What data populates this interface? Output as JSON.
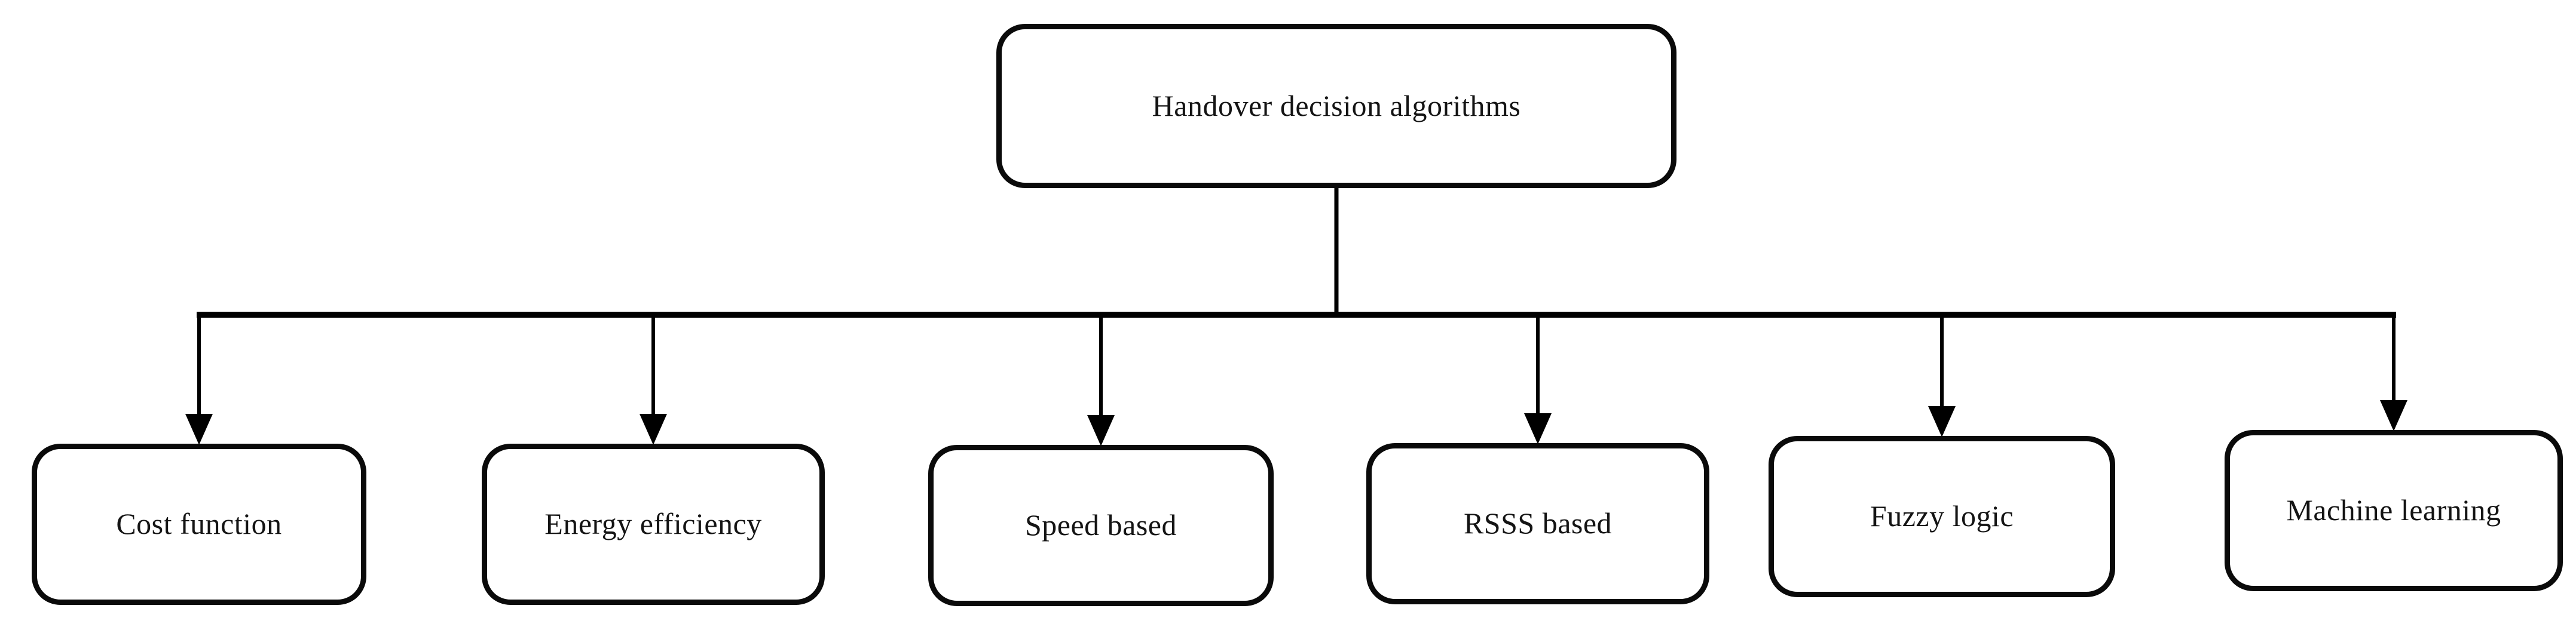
{
  "root": {
    "label": "Handover decision algorithms"
  },
  "children": [
    {
      "label": "Cost function"
    },
    {
      "label": "Energy efficiency"
    },
    {
      "label": "Speed based"
    },
    {
      "label": "RSSS based"
    },
    {
      "label": "Fuzzy logic"
    },
    {
      "label": "Machine learning"
    }
  ],
  "colors": {
    "line": "#000000",
    "box_border": "#0a0a0a",
    "box_fill": "#ffffff",
    "text": "#141414",
    "background": "#ffffff"
  }
}
